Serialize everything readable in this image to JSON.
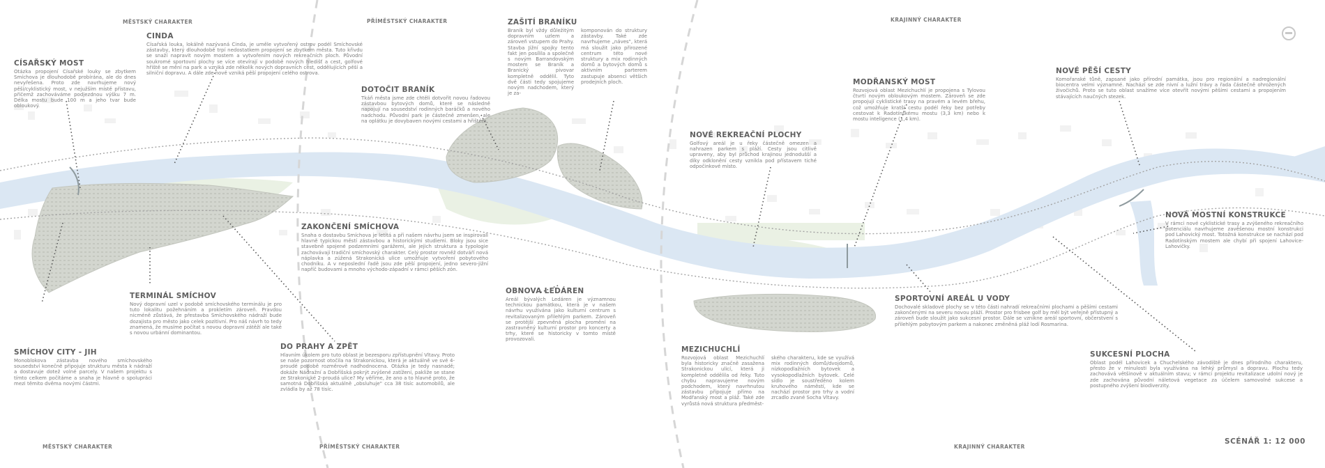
{
  "zones": {
    "mestsky_top": "MĚSTSKÝ CHARAKTER",
    "primestsky_top": "PŘÍMĚSTSKÝ CHARAKTER",
    "krajinny_top": "KRAJINNÝ CHARAKTER",
    "mestsky_bottom": "MĚSTSKÝ CHARAKTER",
    "primestsky_bottom": "PŘÍMĚSTSKÝ CHARAKTER",
    "krajinny_bottom": "KRAJINNÝ CHARAKTER"
  },
  "scale": "SCÉNÁŘ 1: 12 000",
  "colors": {
    "river": "#dbe7f3",
    "built": "#cfd3cc",
    "green": "#eaf1e4",
    "path": "#9a9a9a"
  },
  "icons": [
    "compass-icon"
  ],
  "blocks": {
    "cisarsky_most": {
      "title": "CÍSAŘSKÝ MOST",
      "text": "Otázka propojení Císařské louky se zbytkem Smíchova je dlouhodobě probírána, ale do dnes nevyřešena. Proto zde navrhujeme nový pěší/cyklistický most, v nejužším místě přístavu, přičemž zachováváme podjezdnou výšku 7 m. Délka mostu bude 100 m a jeho tvar bude obloukový."
    },
    "cinda": {
      "title": "CINDA",
      "text": "Císařská louka, lokálně nazývaná Cinda, je uměle vytvořený ostrov podél Smíchovské zástavby, který dlouhodobě trpí nedostatkem propojení se zbytkem města. Tuto křivdu se snaží napravit novým mostem a vytvořením nových rekreačních ploch. Původní soukromé sportovní plochy se více otevírají v podobě nových hledišť a cest, golfové hřiště se mění na park a vzniká zde několik nových dopravních cest, oddělujících pěší a silniční dopravu. A dále zde nově vzniká pěší propojení celého ostrova."
    },
    "zasiti_braniku": {
      "title": "ZAŠITÍ BRANÍKU",
      "col1": "Braník byl vždy důležitým dopravním uzlem a zároveň vstupem do Prahy. Stavba Jižní spojky tento fakt jen posílila a společně s novým Barrandovským mostem se Braník a Branický pivovar kompletně oddělil. Tyto dvě části tedy spojujeme novým nadchodem, který je za-",
      "col2": "komponován do struktury zástavby. Také zde navrhujeme „náves\", která má sloužit jako přirozené centrum této nové struktury a mix rodinných domů a bytových domů s aktivním parterem zastupuje absenci většich prodejních ploch."
    },
    "dotocit_branik": {
      "title": "DOTOČIT BRANÍK",
      "text": "Tkáň města jsme zde chtěli dotvořit novou řadovou zástavbou bytových domů, které se následně napojují na sousedství rodinných baráčků a nového nadchodu. Původní park je částečně zmenšen, ale na oplátku je dovybaven novými cestami a hřištěm."
    },
    "nove_pesi_cesty": {
      "title": "NOVÉ PĚŠÍ CESTY",
      "text": "Komořanské tůně, zapsané jako přírodní památka, jsou pro regionální a nadregionální biocentra velmi významné. Nachází se zde nivní a lužní trávy a řada částečně ohrožených živočichů. Proto se tuto oblast snažíme více otevřít novými pěšími cestami a propojením stávajících naučných stezek."
    },
    "modransky_most": {
      "title": "MODŘANSKÝ MOST",
      "text": "Rozvojová oblast Mezichuchlí je propojena s Tylovou čtvrtí novým obloukovým mostem. Zároveň se zde propojují cyklistické trasy na pravém a levém břehu, což umožňuje kratší cestu podél řeky bez potřeby cestovat k Radotínskému mostu (3,3 km) nebo k mostu inteligence (1,4 km)."
    },
    "nove_rekreacni_plochy": {
      "title": "NOVÉ REKREAČNÍ PLOCHY",
      "text": "Golfový areál je u řeky částečně omezen a nahrazen parkem s pláží. Cesty jsou citlivě upraveny, aby byl průchod krajinou jednodušší a díky odklonění cesty vznikla pod přístavem tiché odpočinkové místo."
    },
    "zakonceni_smichova": {
      "title": "ZAKONČENÍ SMÍCHOVA",
      "text": "Snaha o dostavbu Smíchova je letitá a při našem návrhu jsem se inspirovali hlavně typickou městí zástavbou a historickými studiemi. Bloky jsou sice stavebně spojené podzemními garážemi, ale jejich struktura a typologie zachovávají tradiční smíchovský charakter. Celý prostor rovněž dotváří nová náplavka a zúžená Strakonická ulice umožňuje vytvoření pobytového chodníku. A v neposlední řadě jsou zde pěší propojení, jedno severo-jižní napříč budovami a mnoho východo-západní v rámci pěších zón."
    },
    "nova_mostni_konstrukce": {
      "title": "NOVÁ MOSTNÍ KONSTRUKCE",
      "text": "V rámci nové cyklistické trasy a zvýšeného rekreačního potenciálu navrhujeme zavěšenou mostní konstrukci pod Lahovický most. Totožná konstrukce se nachází pod Radotínským mostem ale chybí při spojení Lahovice-Lahovičky."
    },
    "terminal_smichov": {
      "title": "TERMINÁL SMÍCHOV",
      "text": "Nový dopravní uzel v podobě smíchovského terminálu je pro tuto lokalitu požehnáním a prokletím zároveň. Pravdou nicméně zůstává, že přestavba Smíchovského nádraží bude dozajista pro město jako celek pozitivní. Pro náš návrh to tedy znamená, že musíme počítat s novou dopravní zátěží ale také s novou urbánní dominantou."
    },
    "obnova_ledaren": {
      "title": "OBNOVA LEDÁREN",
      "text": "Areál bývalých Ledáren je významnou technickou památkou, která je v našem návrhu využívána jako kulturní centrum s revitalizovaným přilehlým parkem. Zároveň se protější zpevněná plocha promění na zastravněný kulturní prostor pro koncerty a trhy, které se historicky v tomto místě provozovali."
    },
    "sportovni_areal": {
      "title": "SPORTOVNÍ AREÁL U VODY",
      "text": "Dochovalé skladové plochy se v této části nahradí rekreačními plochami a pěšími cestami zakončenými na severu novou pláží. Prostor pro frisbee golf by měl být veřejně přístupný a zároveň bude sloužit jako sukcesní prostor. Dále se vznikne areál sportovní, občerstvení s přilehlým pobytovým parkem a nakonec změněná pláž lodí Rosmarina."
    },
    "do_prahy": {
      "title": "DO PRAHY A ZPĚT",
      "text": "Hlavním úkolem pro tuto oblast je bezesporu zpřístupnění Vltavy. Proto se naše pozornost otočila na Strakonickou, která je aktuálně ve své 4-proudé podobě rozměrově nadhodnocena. Otázka je tedy nasnadě; dokáže Nádražní a Dobříšská pokrýt zvýšené zatížení, pakliže se stane ze Strakonické 2-proudá ulice? My věříme, že ano a to hlavně proto, že samotná Dobříšská aktuálně „obsluhuje\" cca 38 tisíc automobilů, ale zvládla by až 78 tisíc."
    },
    "mezichuchli": {
      "title": "MEZICHUCHLÍ",
      "col1": "Rozvojová oblast Mezichuchlí byla historicky značně zasažena Strakonickou ulicí, která ji kompletně oddělila od řeky. Tuto chybu napravujeme novým podchodem, který navrhnutou zástavbu připojuje přímo na Modřanský most a pláž. Také zde vyrůstá nová struktura předměst-",
      "col2": "ského charakteru, kde se využívá mix rodinných domů/dvojdomů, nízkopodlažních bytovek a vysokopodlažních bytovek. Celé sídlo je soustředěno kolem kruhového náměstí, kde se nachází prostor pro trhy a vodní zrcadlo zvané Socha Vltavy."
    },
    "smichov_city": {
      "title": "SMÍCHOV CITY - JIH",
      "text": "Monoblokova zástavba nového smíchovského sousedství konečně připojuje strukturu města k nádraží a dostavuje dotež volné parcely. V našem projektu s tímto celkem počítáme a snaha je hlavně o spolupráci mezi těmito dvěma novými částmi."
    },
    "sukcesni_plocha": {
      "title": "SUKCESNÍ PLOCHA",
      "text": "Oblast podél Lahovicek a Chuchelského závodiště je dnes přírodního charakteru, přesto že v minulosti byla využívána na lehký průmysl a dopravu. Plochu tedy zachovává většinově v aktuálním stavu; v rámci projektu revitalizace udolní nový je zde zachována původní náletová vegetace za účelem samovolné sukcese a postupného zvýšení biodiverzity."
    }
  }
}
